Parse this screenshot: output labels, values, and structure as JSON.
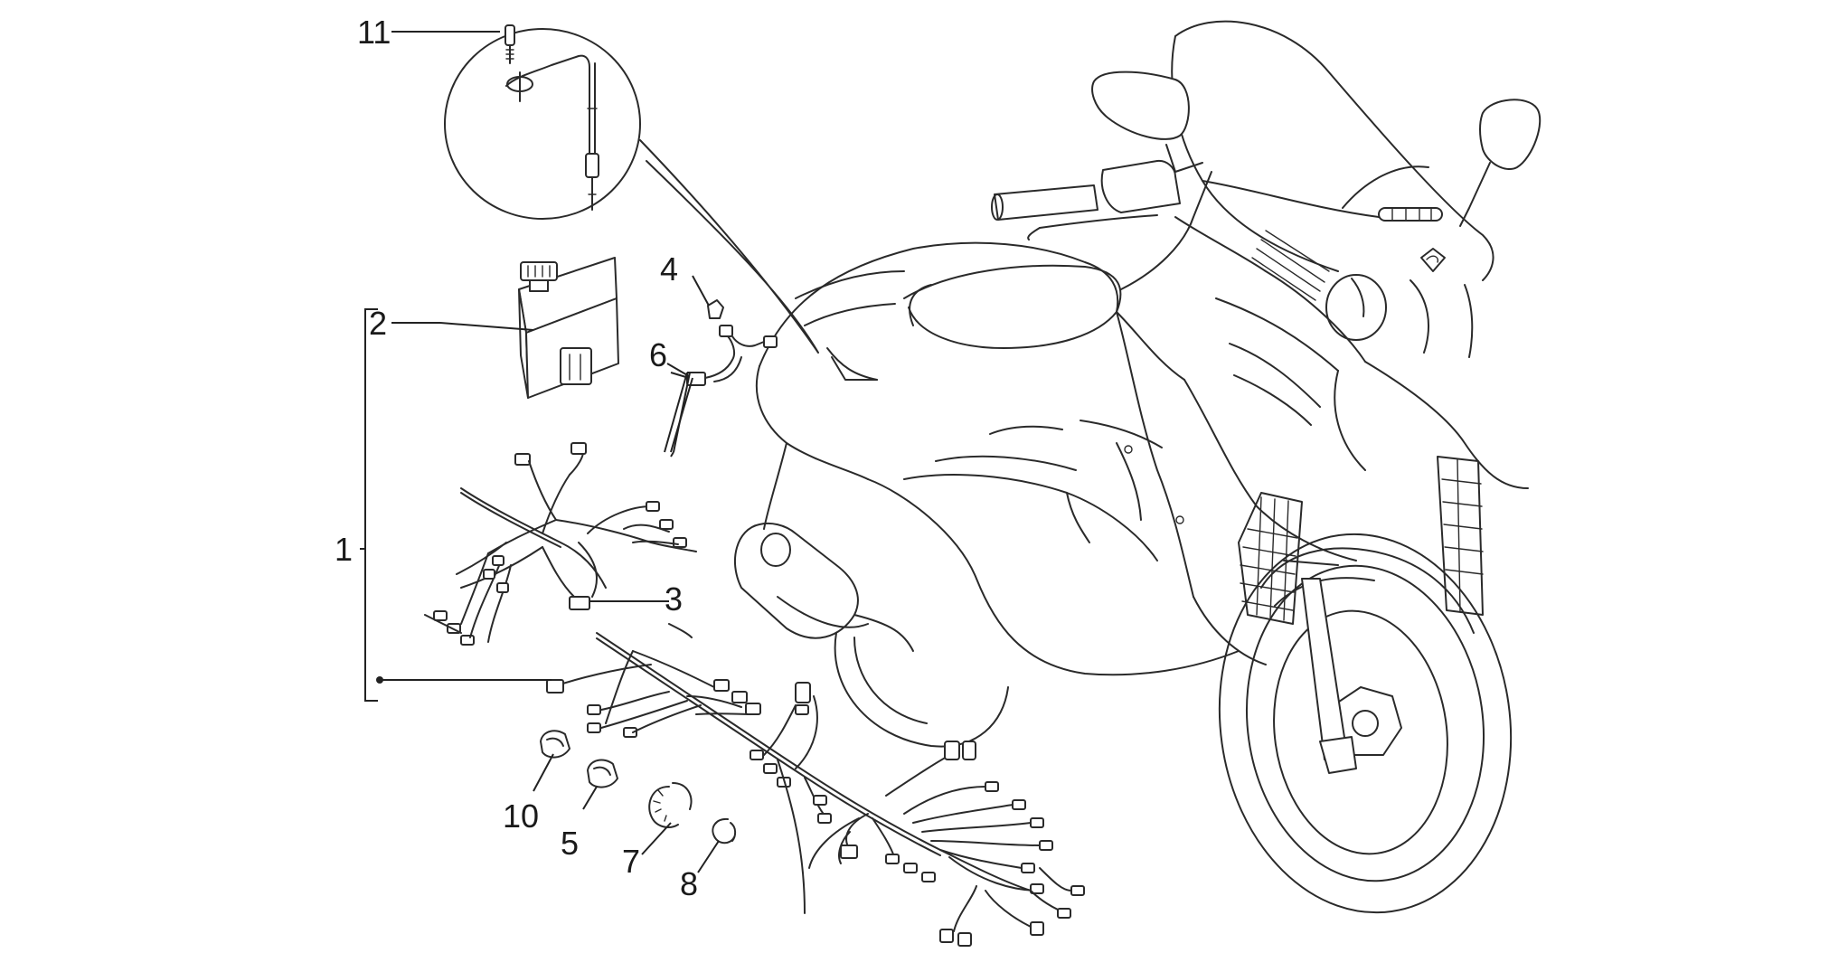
{
  "callouts": [
    {
      "id": "c1",
      "label": "1"
    },
    {
      "id": "c2",
      "label": "2"
    },
    {
      "id": "c3",
      "label": "3"
    },
    {
      "id": "c4",
      "label": "4"
    },
    {
      "id": "c5",
      "label": "5"
    },
    {
      "id": "c6",
      "label": "6"
    },
    {
      "id": "c7",
      "label": "7"
    },
    {
      "id": "c8",
      "label": "8"
    },
    {
      "id": "c10",
      "label": "10"
    },
    {
      "id": "c11",
      "label": "11"
    }
  ],
  "colors": {
    "line": "#2a2a2a",
    "background": "#ffffff"
  }
}
